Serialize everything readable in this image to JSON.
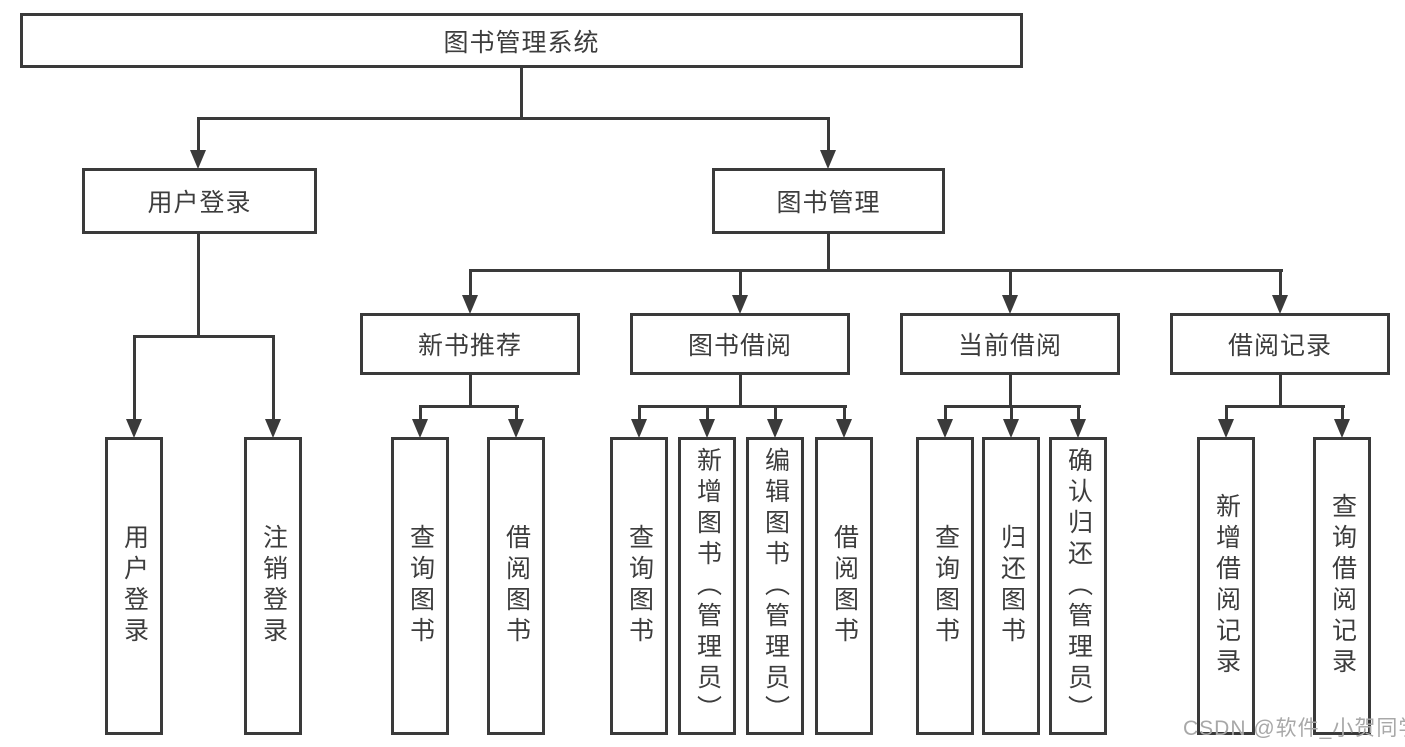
{
  "root": {
    "label": "图书管理系统"
  },
  "level2": [
    {
      "label": "用户登录",
      "children": [
        {
          "label": "用户登录"
        },
        {
          "label": "注销登录"
        }
      ]
    },
    {
      "label": "图书管理",
      "children": [
        {
          "label": "新书推荐",
          "children": [
            {
              "label": "查询图书"
            },
            {
              "label": "借阅图书"
            }
          ]
        },
        {
          "label": "图书借阅",
          "children": [
            {
              "label": "查询图书"
            },
            {
              "label": "新增图书（管理员）"
            },
            {
              "label": "编辑图书（管理员）"
            },
            {
              "label": "借阅图书"
            }
          ]
        },
        {
          "label": "当前借阅",
          "children": [
            {
              "label": "查询图书"
            },
            {
              "label": "归还图书"
            },
            {
              "label": "确认归还（管理员）"
            }
          ]
        },
        {
          "label": "借阅记录",
          "children": [
            {
              "label": "新增借阅记录"
            },
            {
              "label": "查询借阅记录"
            }
          ]
        }
      ]
    }
  ],
  "watermark": "CSDN @软件_小贺同学",
  "colors": {
    "line": "#3a3a3a",
    "text": "#3d3d3d",
    "background": "#ffffff",
    "watermark": "#a8a8a8"
  }
}
